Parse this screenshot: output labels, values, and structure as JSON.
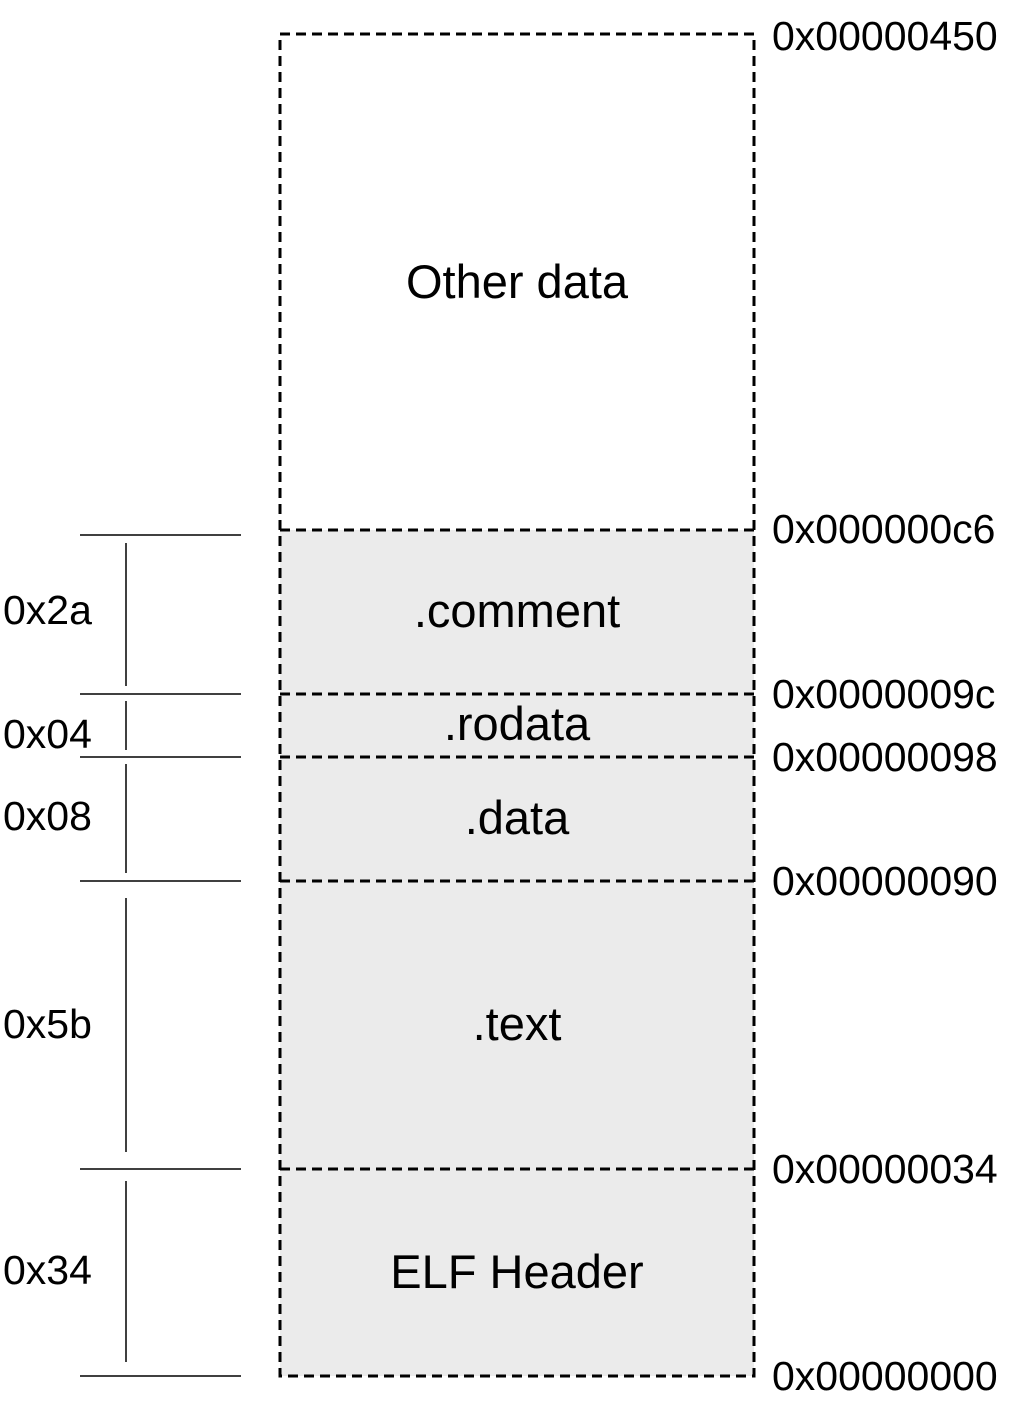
{
  "colors": {
    "background": "#ffffff",
    "section_fill": "#ebebeb",
    "line": "#000000"
  },
  "sections": [
    {
      "id": "other-data",
      "label": "Other data",
      "shaded": false
    },
    {
      "id": "comment",
      "label": ".comment",
      "shaded": true
    },
    {
      "id": "rodata",
      "label": ".rodata",
      "shaded": true
    },
    {
      "id": "data",
      "label": ".data",
      "shaded": true
    },
    {
      "id": "text",
      "label": ".text",
      "shaded": true
    },
    {
      "id": "elf-header",
      "label": "ELF Header",
      "shaded": true
    }
  ],
  "addresses": [
    "0x00000450",
    "0x000000c6",
    "0x0000009c",
    "0x00000098",
    "0x00000090",
    "0x00000034",
    "0x00000000"
  ],
  "sizes": [
    {
      "for": "comment",
      "label": "0x2a"
    },
    {
      "for": "rodata",
      "label": "0x04"
    },
    {
      "for": "data",
      "label": "0x08"
    },
    {
      "for": "text",
      "label": "0x5b"
    },
    {
      "for": "elf-header",
      "label": "0x34"
    }
  ]
}
